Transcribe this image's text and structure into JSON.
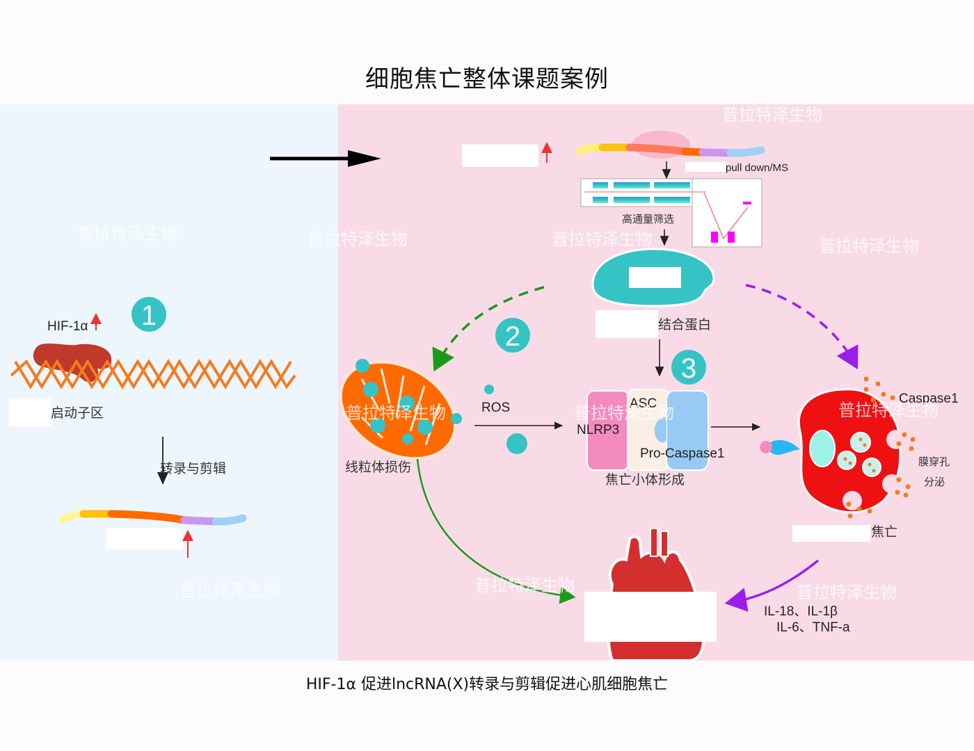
{
  "title": "细胞焦亡整体课题案例",
  "caption": "HIF-1α 促进lncRNA(X)转录与剪辑促进心肌细胞焦亡",
  "watermark": "普拉特泽生物",
  "colors": {
    "left_panel_bg": "#eef6fd",
    "right_panel_bg": "#f9dbe8",
    "teal": "#36c3c5",
    "dna_orange": "#f47b20",
    "hif_red": "#c0392b",
    "cell_red": "#ee1111",
    "green_arrow": "#1a9a1a",
    "purple_arrow": "#9b1ee8"
  },
  "left": {
    "step_number": "1",
    "protein_label": "HIF-1α",
    "promoter_label": "启动子区",
    "process_label": "转录与剪辑"
  },
  "right": {
    "pulldown_label": "pull down/MS",
    "screening_label": "高通量筛选",
    "binding_protein_label": "结合蛋白",
    "step2_number": "2",
    "step3_number": "3",
    "mito_label": "线粒体损伤",
    "ros_label": "ROS",
    "nlrp3_label": "NLRP3",
    "asc_label": "ASC",
    "procaspase_label": "Pro-Caspase1",
    "inflammasome_label": "焦亡小体形成",
    "caspase_label": "Caspase1",
    "pore_label": "膜穿孔",
    "secretion_label": "分泌",
    "pyroptosis_label": "焦亡",
    "cytokines_line1": "IL-18、IL-1β",
    "cytokines_line2": "IL-6、TNF-a"
  }
}
